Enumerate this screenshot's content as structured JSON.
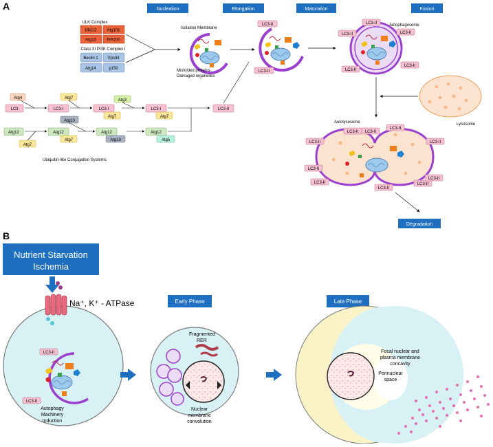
{
  "panel_a": {
    "label": "A",
    "stages": {
      "nucleation": "Nucleation",
      "elongation": "Elongation",
      "maturation": "Maturation",
      "fusion": "Fusion"
    },
    "ulk_complex": {
      "title": "ULK Complex",
      "items": [
        "Ulk1/2",
        "Atg101",
        "Atg13",
        "FIP200"
      ]
    },
    "pi3k_complex": {
      "title": "Class III PI3K Complex I",
      "items": [
        "Beclin 1",
        "Vps34",
        "Atg14",
        "p150"
      ]
    },
    "isolation_membrane": "Isolation Membrane",
    "misfolded_line1": "Misfolded proteins",
    "misfolded_line2": "Damaged organelles",
    "autophagosome": "Autophagosome",
    "lysosome": "Lysosome",
    "autolysosome": "Autolysosome",
    "degradation": "Degradation",
    "lc3ii": "LC3-II",
    "ubiquitin_title": "Ubiquitin-like Conjugation Systems",
    "conj": {
      "atg4": "Atg4",
      "lc3": "LC3",
      "lc3i": "LC3-I",
      "atg7": "Atg7",
      "atg3": "Atg3",
      "atg12": "Atg12",
      "atg10": "Atg10",
      "atg5": "Atg5",
      "lc3ii": "LC3-II"
    }
  },
  "panel_b": {
    "label": "B",
    "stimulus_line1": "Nutrient Starvation",
    "stimulus_line2": "Ischemia",
    "atpase": "Na⁺, K⁺ - ATPase",
    "lc3ii": "LC3-II",
    "induction_line1": "Autophagy",
    "induction_line2": "Machinery",
    "induction_line3": "Induction",
    "early_phase": "Early Phase",
    "fragmented_line1": "Fragmented",
    "fragmented_line2": "RER",
    "nuclear_line1": "Nuclear",
    "nuclear_line2": "membrane",
    "nuclear_line3": "convolution",
    "late_phase": "Late Phase",
    "focal_line1": "Focal nuclear and",
    "focal_line2": "plasma membrane",
    "focal_line3": "concavity",
    "perinuclear_line1": "Perinuclear",
    "perinuclear_line2": "space"
  },
  "colors": {
    "header_blue": "#1f6fc1",
    "ulk_orange": "#e8623a",
    "pi3k_blue": "#a9c4e4",
    "lc3_pink": "#f6c1d0",
    "atg7_yellow": "#fbe79a",
    "atg12_green": "#cfe8c1",
    "atg10_gray": "#a7b1c2",
    "atg3_lime": "#d8f0a8",
    "atg5_mint": "#b7f0dc",
    "membrane_purple": "#9b3fcf",
    "cell_cyan": "#d8f1f5",
    "lysosome_peach": "#fce3d0"
  }
}
